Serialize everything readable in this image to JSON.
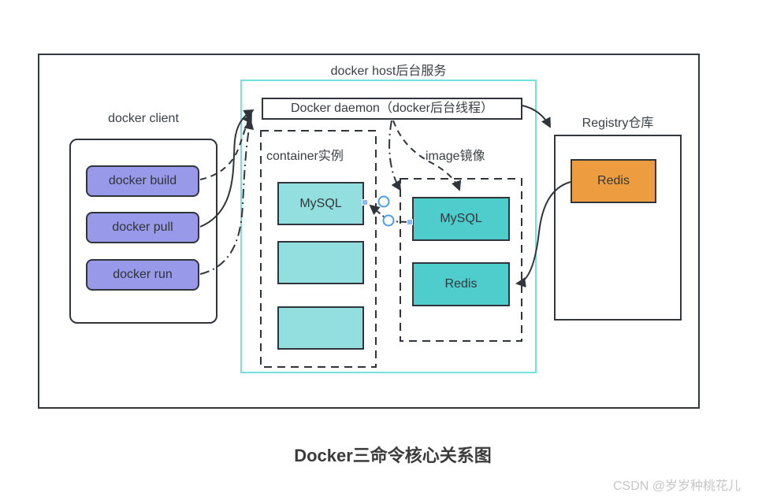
{
  "page": {
    "caption": "Docker三命令核心关系图",
    "watermark": "CSDN @岁岁种桃花儿"
  },
  "host": {
    "title": "docker host后台服务"
  },
  "daemon": {
    "label": "Docker daemon（docker后台线程）"
  },
  "client": {
    "title": "docker client",
    "commands": [
      {
        "label": "docker build"
      },
      {
        "label": "docker pull"
      },
      {
        "label": "docker run"
      }
    ]
  },
  "containers": {
    "title": "container实例",
    "items": [
      {
        "label": "MySQL"
      },
      {
        "label": ""
      },
      {
        "label": ""
      }
    ]
  },
  "images": {
    "title": "image镜像",
    "items": [
      {
        "label": "MySQL"
      },
      {
        "label": "Redis"
      }
    ]
  },
  "registry": {
    "title": "Registry仓库",
    "items": [
      {
        "label": "Redis"
      }
    ]
  },
  "colors": {
    "stroke": "#2f353b",
    "host_inner_border": "#74e0de",
    "container_fill": "#93dede",
    "image_fill": "#4fcccc",
    "registry_item_fill": "#ed9d40",
    "command_fill": "#9999ea",
    "selection_handle_ring": "#4d9cf0",
    "selection_handle_square": "#8ab9fa",
    "watermark_gray": "#c6c6c6"
  }
}
